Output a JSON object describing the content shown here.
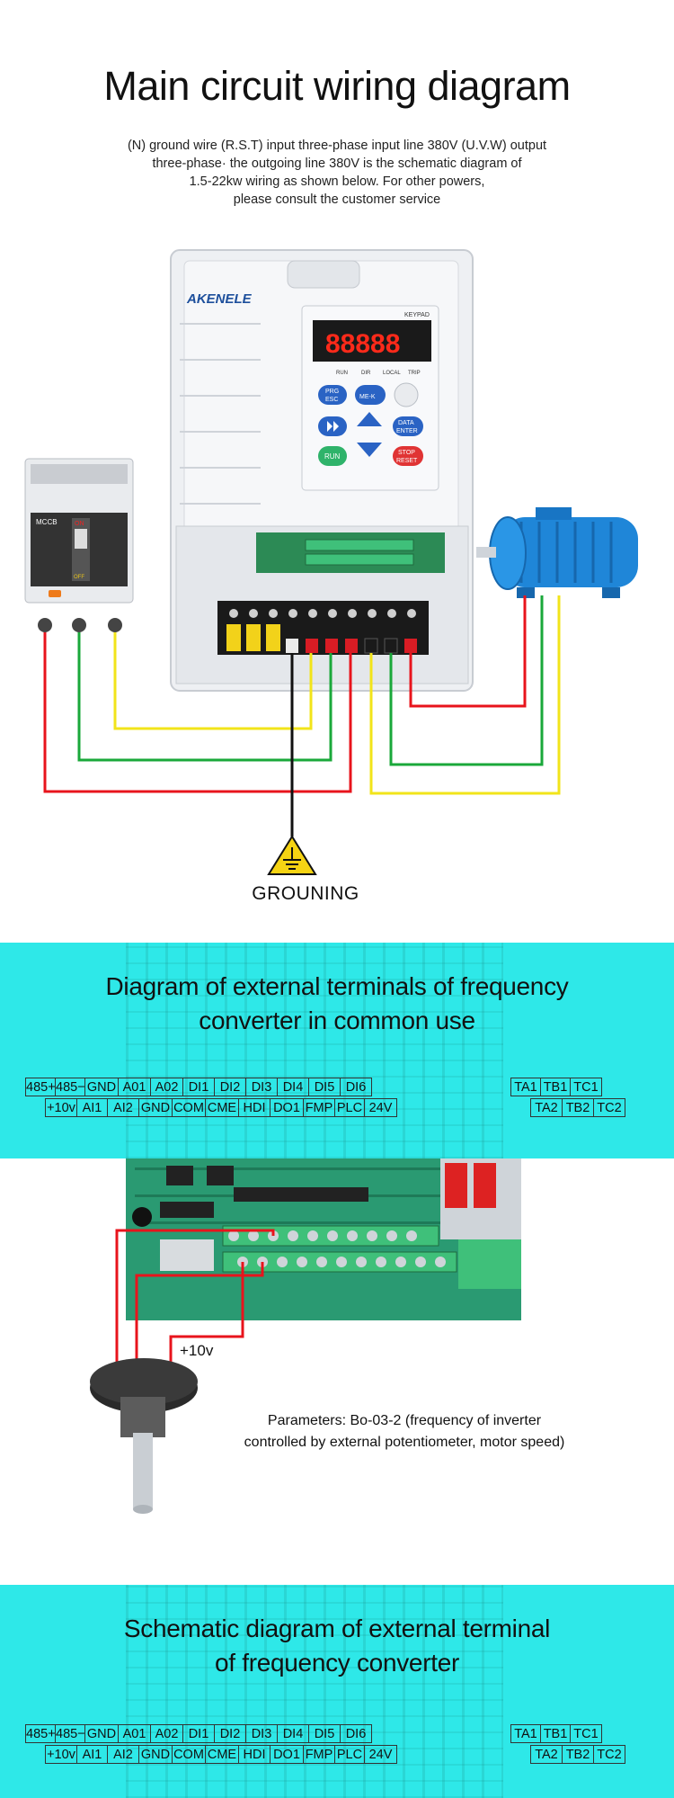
{
  "section1": {
    "title": "Main circuit wiring diagram",
    "intro": [
      "(N) ground wire (R.S.T) input three-phase input line 380V (U.V.W) output",
      "three-phase· the outgoing line 380V is the schematic diagram of",
      "1.5-22kw wiring as shown below. For other powers,",
      "please consult the customer service"
    ],
    "brand": "AKENELE",
    "keypad_label": "KEYPAD",
    "display": "88888",
    "indicators": [
      "RUN",
      "DIR",
      "LOCAL",
      "TRIP"
    ],
    "keys": {
      "prg": [
        "PRG",
        "ESC"
      ],
      "mek": "ME-K",
      "data": [
        "DATA",
        "ENTER"
      ],
      "run": "RUN",
      "stop": [
        "STOP",
        "RESET"
      ]
    },
    "breaker": {
      "label": "MCCB",
      "on": "ON",
      "off": "OFF"
    },
    "grounding_label": "GROUNING"
  },
  "section2": {
    "title_lines": [
      "Diagram of external terminals of frequency",
      "converter in common use"
    ],
    "plus10v_label": "+10v",
    "parameters_lines": [
      "Parameters: Bo-03-2 (frequency of inverter",
      "controlled by external potentiometer, motor speed)"
    ]
  },
  "section3": {
    "title_lines": [
      "Schematic diagram of external terminal",
      "of frequency converter"
    ]
  },
  "terminals": {
    "row1": [
      "485+",
      "485−",
      "GND",
      "A01",
      "A02",
      "DI1",
      "DI2",
      "DI3",
      "DI4",
      "DI5",
      "DI6"
    ],
    "row2": [
      "+10v",
      "AI1",
      "AI2",
      "GND",
      "COM",
      "CME",
      "HDI",
      "DO1",
      "FMP",
      "PLC",
      "24V"
    ],
    "relay_row1": [
      "TA1",
      "TB1",
      "TC1"
    ],
    "relay_row2": [
      "TA2",
      "TB2",
      "TC2"
    ]
  },
  "colors": {
    "band": "#2ee8e8",
    "wire_red": "#e8141c",
    "wire_green": "#1aa83a",
    "wire_yellow": "#f2e41a",
    "motor_blue": "#1f86d8",
    "key_blue": "#2a63c4",
    "key_green": "#2fb36a",
    "key_red": "#e03434",
    "display_red": "#ff2a1a"
  }
}
